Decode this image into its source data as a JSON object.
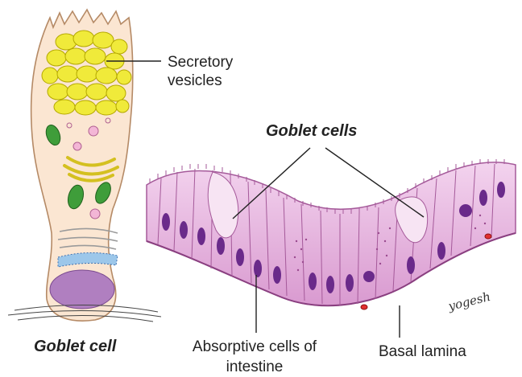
{
  "labels": {
    "secretory_vesicles": "Secretory vesicles",
    "goblet_cells": "Goblet cells",
    "goblet_cell": "Goblet cell",
    "absorptive_cells": "Absorptive cells of intestine",
    "basal_lamina": "Basal lamina",
    "signature": "yogesh"
  },
  "colors": {
    "cytoplasm": "#fbe6d2",
    "vesicle": "#f0ea3a",
    "mitochondria": "#3f9d3a",
    "nucleus": "#b07fc0",
    "tissue": "#e9b8e0",
    "tissue_nucleus": "#6a2a8a",
    "golgi": "#e9d84a",
    "er": "#9cc7ea"
  }
}
